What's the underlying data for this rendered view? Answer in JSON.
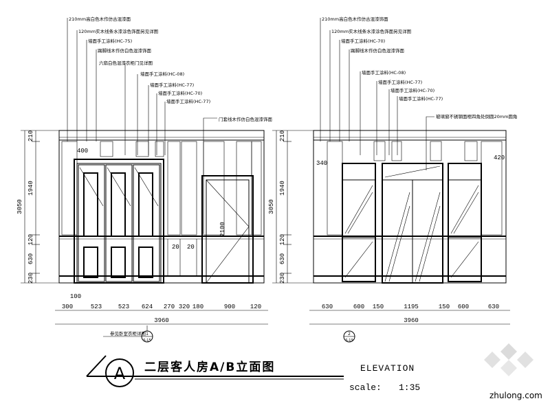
{
  "left_elevation": {
    "callouts": [
      "210mm高白色木作仿古混漆面",
      "120mm实木线条水漆涂色饰面另见详图",
      "墙面手工涂料(HC-75)",
      "踢脚线木作仿白色混漆饰面",
      "六扇白色混漆衣柜门见详图",
      "墙面手工涂料(HC-08)",
      "墙面手工涂料(HC-77)",
      "墙面手工涂料(HC-70)",
      "墙面手工涂料(HC-77)",
      "门套线木作仿白色混漆饰面"
    ],
    "height_dims": [
      "210",
      "1940",
      "120",
      "630",
      "230"
    ],
    "total_height": "3050",
    "width_dims": [
      "300",
      "523",
      "523",
      "624",
      "270",
      "320",
      "180",
      "900",
      "120"
    ],
    "total_width": "3960",
    "inner_labels": [
      "400",
      "20",
      "20",
      "2100",
      "100"
    ],
    "section_ref": {
      "num": "1",
      "sheet": "S-15"
    },
    "note": "参见卧室衣柜详图"
  },
  "right_elevation": {
    "callouts": [
      "210mm高白色木作仿古混漆饰面",
      "120mm实木线条水漆涂色饰面另见详图",
      "墙面手工涂料(HC-70)",
      "踢脚线木作仿白色混漆饰面",
      "墙面手工涂料(HC-08)",
      "墙面手工涂料(HC-77)",
      "墙面手工涂料(HC-70)",
      "墙面手工涂料(HC-77)",
      "玻璃窗不锈钢面框四角处倒圆20mm圆角"
    ],
    "height_dims": [
      "210",
      "1940",
      "120",
      "630",
      "230"
    ],
    "total_height": "3050",
    "width_dims": [
      "630",
      "600",
      "150",
      "1195",
      "150",
      "600",
      "630"
    ],
    "total_width": "3960",
    "inner_labels": [
      "340",
      "420"
    ],
    "section_ref": {
      "num": "2",
      "sheet": "S-19"
    }
  },
  "title_block": {
    "marker": "A",
    "title": "二层客人房A/B立面图",
    "subtitle": "ELEVATION",
    "scale_label": "scale:",
    "scale_value": "1:35"
  },
  "watermark": "zhulong.com"
}
